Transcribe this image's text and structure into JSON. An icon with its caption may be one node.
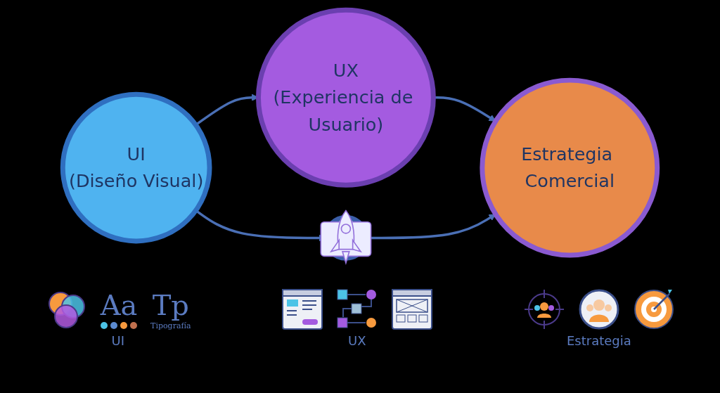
{
  "diagram": {
    "nodes": [
      {
        "text": [
          "UI",
          "(Diseño Visual)"
        ]
      },
      {
        "text": [
          "UX",
          "(Experiencia de Usuario)"
        ]
      },
      {
        "text": [
          "Estrategia Comercial"
        ]
      },
      {
        "text": [],
        "shape": "picture"
      }
    ],
    "edges": [
      {
        "from": 0,
        "to": 1,
        "arrow": "to"
      },
      {
        "from": 1,
        "to": 2,
        "arrow": "to"
      },
      {
        "from": 0,
        "to": 3,
        "arrow": "to"
      },
      {
        "from": 3,
        "to": 2,
        "arrow": "to"
      }
    ],
    "labels": [
      "Aa",
      "Tp",
      "Tipografía",
      "UI",
      "UX",
      "Estrategia"
    ]
  }
}
